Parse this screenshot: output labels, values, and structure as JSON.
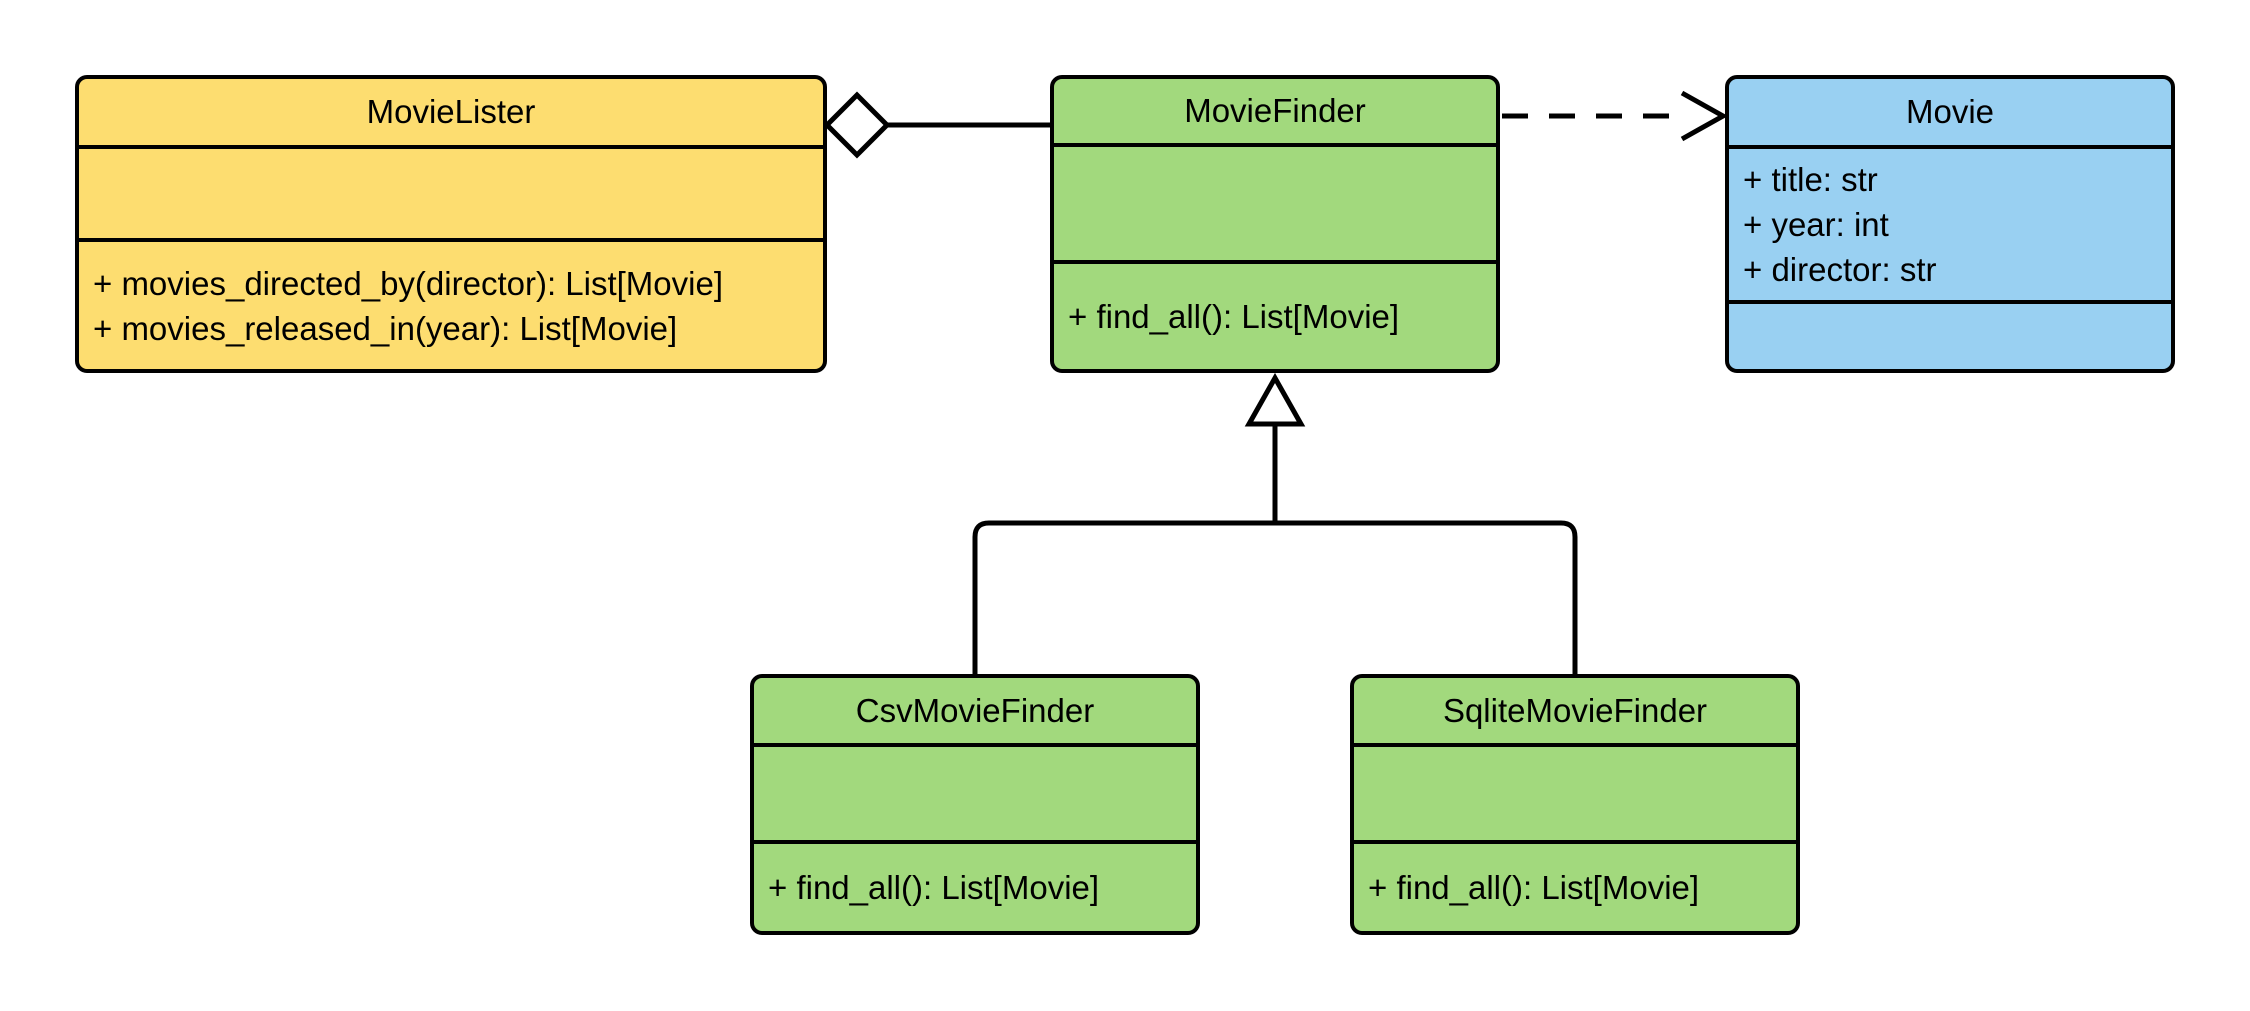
{
  "diagram": {
    "kind": "uml-class-diagram",
    "stroke": "#000000",
    "background": "#ffffff",
    "classes": [
      {
        "name": "MovieLister",
        "fill": "#FDDD70",
        "attributes": [],
        "methods": [
          "+ movies_directed_by(director): List[Movie]",
          "+ movies_released_in(year): List[Movie]"
        ]
      },
      {
        "name": "MovieFinder",
        "fill": "#A2D97D",
        "attributes": [],
        "methods": [
          "+ find_all(): List[Movie]"
        ]
      },
      {
        "name": "Movie",
        "fill": "#99D0F2",
        "attributes": [
          "+ title: str",
          "+ year: int",
          "+ director: str"
        ],
        "methods": []
      },
      {
        "name": "CsvMovieFinder",
        "fill": "#A2D97D",
        "attributes": [],
        "methods": [
          "+ find_all(): List[Movie]"
        ]
      },
      {
        "name": "SqliteMovieFinder",
        "fill": "#A2D97D",
        "attributes": [],
        "methods": [
          "+ find_all(): List[Movie]"
        ]
      }
    ],
    "relationships": [
      {
        "type": "aggregation",
        "from": "MovieLister",
        "to": "MovieFinder"
      },
      {
        "type": "dependency",
        "from": "MovieFinder",
        "to": "Movie"
      },
      {
        "type": "inheritance",
        "from": "CsvMovieFinder",
        "to": "MovieFinder"
      },
      {
        "type": "inheritance",
        "from": "SqliteMovieFinder",
        "to": "MovieFinder"
      }
    ]
  }
}
